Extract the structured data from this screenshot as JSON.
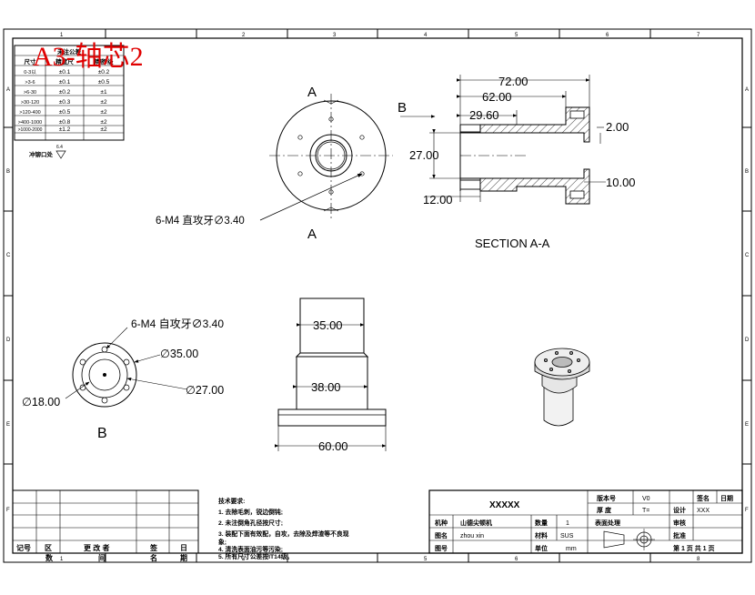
{
  "sheet": {
    "title": "A3-轴芯2",
    "border_cols": [
      "1",
      "2",
      "3",
      "4",
      "5",
      "6",
      "7",
      "8"
    ],
    "border_rows": [
      "A",
      "B",
      "C",
      "D",
      "E",
      "F"
    ]
  },
  "tolerance_table": {
    "header_a": "未注公差",
    "col_range": "尺寸",
    "col_wide": "精度尺",
    "col_tight": "精密/级",
    "rows": [
      [
        "0-3以",
        "±0.1",
        "±0.2"
      ],
      [
        ">3-6",
        "±0.1",
        "±0.5"
      ],
      [
        ">6-30",
        "±0.2",
        "±1"
      ],
      [
        ">30-120",
        "±0.3",
        "±2"
      ],
      [
        ">120-400",
        "±0.5",
        "±2"
      ],
      [
        ">400-1000",
        "±0.8",
        "±2"
      ],
      [
        ">1000-2000",
        "±1.2",
        "±2"
      ]
    ],
    "surface_label": "冲铆口处",
    "surface_value": "6.4"
  },
  "views": {
    "front": {
      "section_mark_top": "A",
      "section_mark_bottom": "A",
      "hole_note": "6-M4 直攻牙∅3.40"
    },
    "section": {
      "arrow_label": "B",
      "title": "SECTION A-A",
      "dims": {
        "total_length": "72.00",
        "length_62": "62.00",
        "length_29": "29.60",
        "chamfer": "2.00",
        "diameter_27": "27.00",
        "flange": "10.00",
        "diameter_12": "12.00"
      }
    },
    "view_b": {
      "label": "B",
      "hole_note": "6-M4 自攻牙∅3.40",
      "dia_35": "∅35.00",
      "dia_27": "∅27.00",
      "dia_18": "∅18.00"
    },
    "side": {
      "dim_35": "35.00",
      "dim_38": "38.00",
      "dim_60": "60.00"
    }
  },
  "notes": {
    "heading": "技术要求:",
    "lines": [
      "1. 去除毛刺，锐边倒钝;",
      "2. 未注倒角孔径按尺寸;",
      "3. 装配下面有效配，自攻，去除及焊渣等不良现",
      "象;",
      "4. 清洗表面油污等污染;",
      "5. 所有尺寸公差按IT14级。"
    ]
  },
  "revision_block": {
    "labels": [
      "记号",
      "区",
      "更 改 者",
      "签",
      "日"
    ],
    "labels2": [
      "数",
      "间",
      "名",
      "期"
    ]
  },
  "title_block": {
    "drawing_title": "XXXXX",
    "version_label": "版本号",
    "version_value": "V0",
    "sign_label": "签名",
    "date_label": "日期",
    "thickness_label": "厚 度",
    "thickness_value": "T=",
    "design_label": "设计",
    "design_value": "XXX",
    "machine_label": "机种",
    "machine_value": "山德尖顿机",
    "qty_label": "数量",
    "qty_value": "1",
    "surface_label": "表面处理",
    "check_label": "审核",
    "name_label": "图名",
    "name_value": "zhou xin",
    "material_label": "材料",
    "material_value": "SUS",
    "approve_label": "批准",
    "no_label": "图号",
    "unit_label": "单位",
    "unit_value": "mm",
    "page_text": "第 1 页   共 1 页"
  }
}
